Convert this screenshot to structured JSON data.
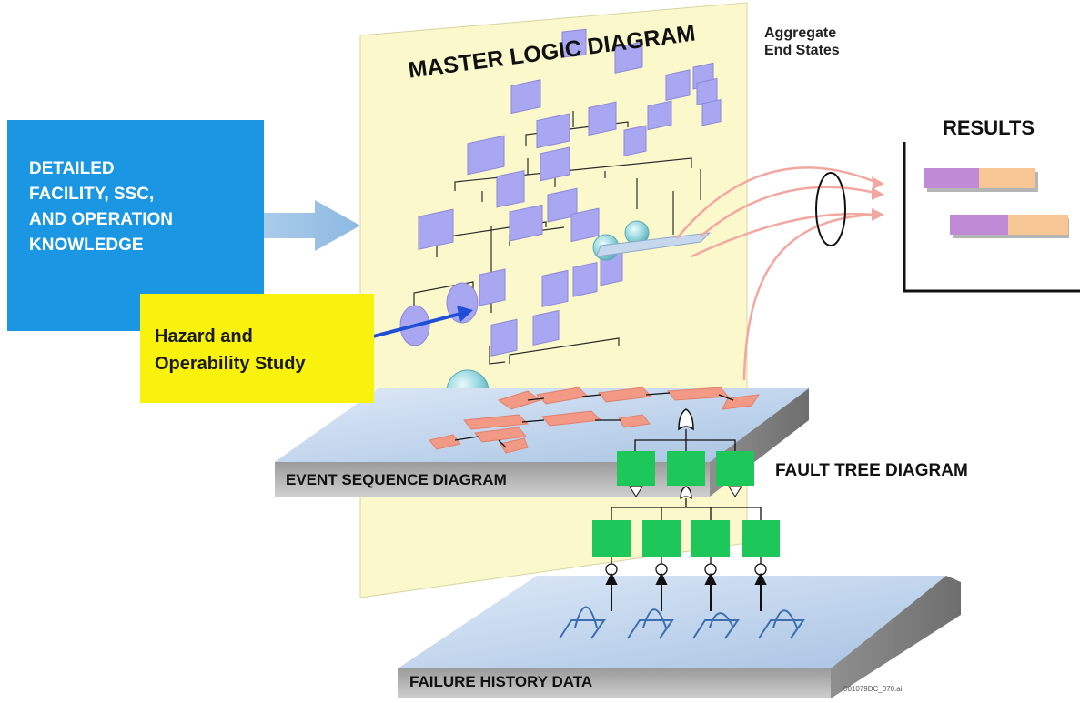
{
  "labels": {
    "master_logic": "MASTER LOGIC DIAGRAM",
    "aggregate": "Aggregate\nEnd States",
    "results": "RESULTS",
    "knowledge": "DETAILED\nFACILITY, SSC,\nAND OPERATION\nKNOWLEDGE",
    "hazop": "Hazard and\nOperability Study",
    "event_sequence": "EVENT SEQUENCE DIAGRAM",
    "fault_tree": "FAULT TREE DIAGRAM",
    "failure_history": "FAILURE HISTORY DATA",
    "file_id": "001079DC_070.ai"
  },
  "colors": {
    "panel": "#fbf9cc",
    "node": "#a9a6f2",
    "blue_box": "#1a96e2",
    "yellow_box": "#f8f20d",
    "esd_node": "#f29a86",
    "fault_node": "#1ec75a",
    "result_purple": "#c08ad6",
    "result_peach": "#f6c695",
    "arrow_pink": "#f2a7a0"
  }
}
